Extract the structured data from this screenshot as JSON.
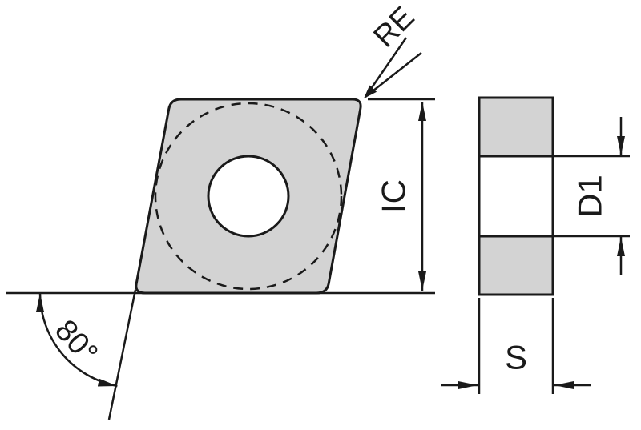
{
  "diagram": {
    "labels": {
      "corner_radius": "RE",
      "inscribed_circle": "IC",
      "angle": "80°",
      "hole_diameter": "D1",
      "thickness": "S"
    },
    "colors": {
      "line": "#1a1a1a",
      "insert_fill": "#d3d3d3",
      "hole_fill": "#ffffff",
      "background": "#ffffff"
    }
  }
}
